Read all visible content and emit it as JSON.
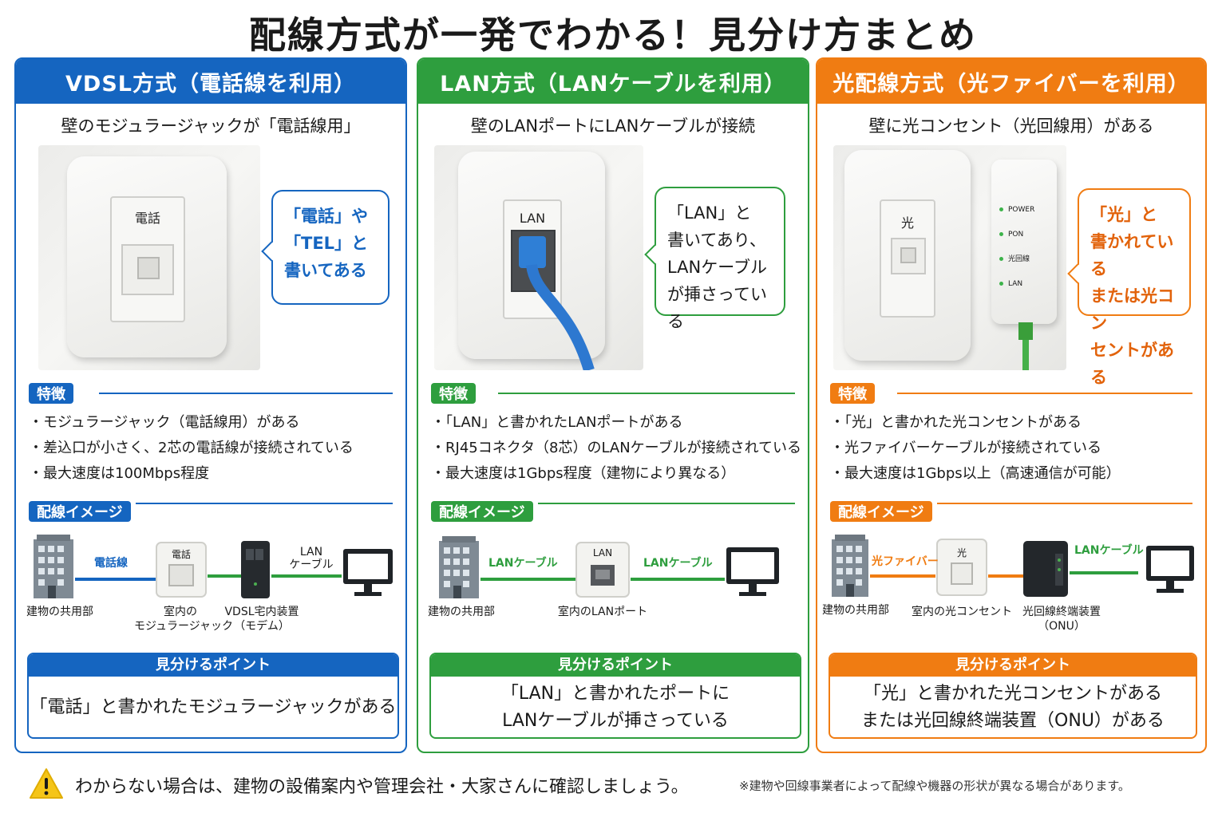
{
  "title": "配線方式が一発でわかる！見分け方まとめ",
  "common": {
    "features_tag": "特徴",
    "diagram_tag": "配線イメージ",
    "point_tag": "見分けるポイント"
  },
  "vdsl": {
    "header": "VDSL方式（電話線を利用）",
    "subtitle": "壁のモジュラージャックが「電話線用」",
    "plate_label": "電話",
    "callout": [
      "「電話」や",
      "「TEL」と",
      "書いてある"
    ],
    "features": [
      "・モジュラージャック（電話線用）がある",
      "・差込口が小さく、2芯の電話線が接続されている",
      "・最大速度は100Mbps程度"
    ],
    "diagram": {
      "building_label": "建物の共用部",
      "wire1_label": "電話線",
      "jack_box_text": "電話",
      "jack_label": [
        "室内の",
        "モジュラージャック"
      ],
      "wire2_label": [
        "LAN",
        "ケーブル"
      ],
      "modem_label": [
        "VDSL宅内装置",
        "（モデム）"
      ]
    },
    "point": [
      "「電話」と書かれたモジュラージャックがある"
    ]
  },
  "lan": {
    "header": "LAN方式（LANケーブルを利用）",
    "subtitle": "壁のLANポートにLANケーブルが接続",
    "plate_label": "LAN",
    "callout": [
      "「LAN」と",
      "書いてあり、",
      "LANケーブル",
      "が挿さっている"
    ],
    "features": [
      "・「LAN」と書かれたLANポートがある",
      "・RJ45コネクタ（8芯）のLANケーブルが接続されている",
      "・最大速度は1Gbps程度（建物により異なる）"
    ],
    "diagram": {
      "building_label": "建物の共用部",
      "wire1_label": "LANケーブル",
      "port_box_text": "LAN",
      "port_label": "室内のLANポート",
      "wire2_label": "LANケーブル"
    },
    "point": [
      "「LAN」と書かれたポートに",
      "LANケーブルが挿さっている"
    ]
  },
  "hikari": {
    "header": "光配線方式（光ファイバーを利用）",
    "subtitle": "壁に光コンセント（光回線用）がある",
    "plate_label": "光",
    "onu_leds": [
      "POWER",
      "PON",
      "光回線",
      "LAN"
    ],
    "callout": [
      "「光」と",
      "書かれている",
      "または光コン",
      "セントがある"
    ],
    "features": [
      "・「光」と書かれた光コンセントがある",
      "・光ファイバーケーブルが接続されている",
      "・最大速度は1Gbps以上（高速通信が可能）"
    ],
    "diagram": {
      "building_label": "建物の共用部",
      "wire1_label": "光ファイバー",
      "outlet_box_text": "光",
      "outlet_label": "室内の光コンセント",
      "wire2_label": "LANケーブル",
      "onu_label": [
        "光回線終端装置",
        "（ONU）"
      ]
    },
    "point": [
      "「光」と書かれた光コンセントがある",
      "または光回線終端装置（ONU）がある"
    ]
  },
  "footer": {
    "main": "わからない場合は、建物の設備案内や管理会社・大家さんに確認しましょう。",
    "note": "※建物や回線事業者によって配線や機器の形状が異なる場合があります。"
  },
  "colors": {
    "vdsl": "#1565c0",
    "lan": "#2e9e3e",
    "hikari": "#f07c12",
    "warning": "#f5c518"
  },
  "icons": [
    "building-icon",
    "monitor-icon",
    "modem-icon",
    "onu-icon",
    "warning-icon"
  ]
}
